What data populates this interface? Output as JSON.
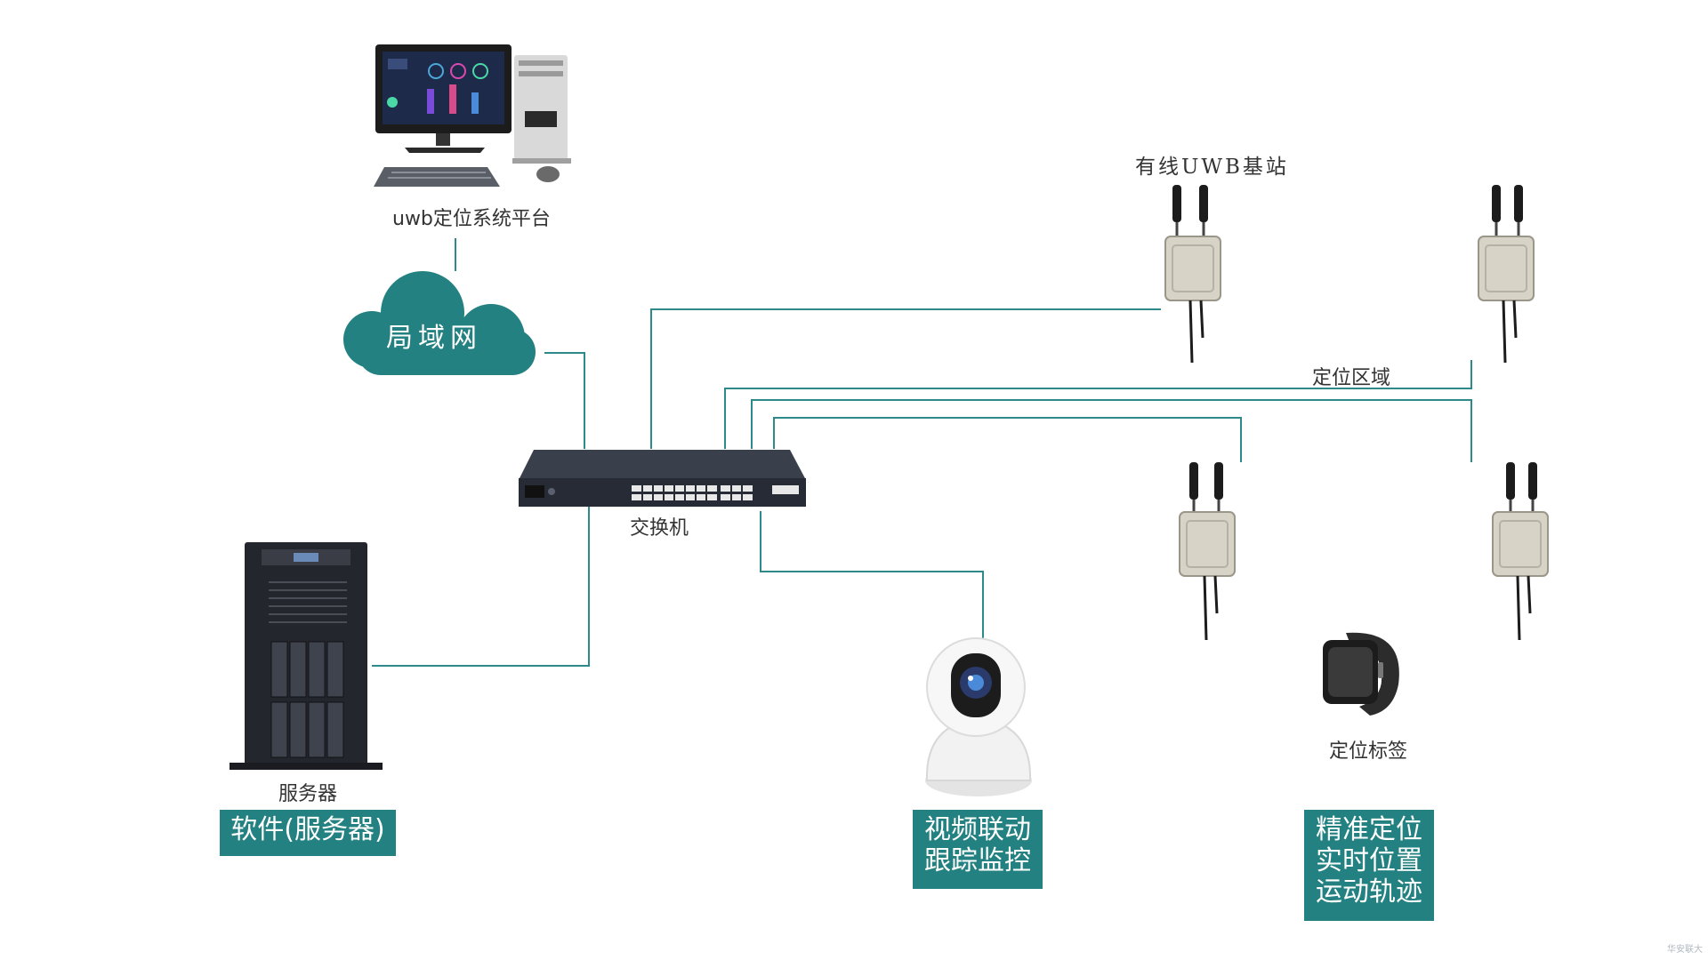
{
  "labels": {
    "platform": "uwb定位系统平台",
    "cloud": "局域网",
    "switch": "交换机",
    "server": "服务器",
    "base_station": "有线UWB基站",
    "zone": "定位区域",
    "tag": "定位标签"
  },
  "boxes": {
    "software": [
      "软件(服务器)"
    ],
    "video": [
      "视频联动",
      "跟踪监控"
    ],
    "positioning": [
      "精准定位",
      "实时位置",
      "运动轨迹"
    ]
  },
  "watermark": "华安联大",
  "colors": {
    "teal": "#238181",
    "line": "#2e8a8a",
    "text": "#333333"
  }
}
